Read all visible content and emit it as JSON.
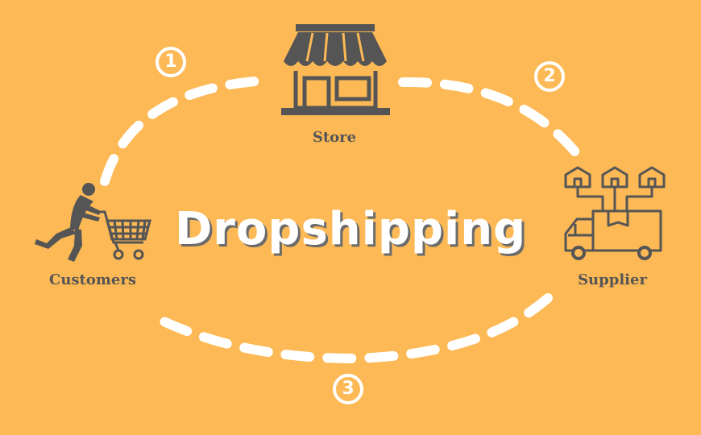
{
  "title": "Dropshipping",
  "nodes": {
    "store": {
      "label": "Store",
      "icon": "storefront-icon"
    },
    "customers": {
      "label": "Customers",
      "icon": "shopper-with-cart-icon"
    },
    "supplier": {
      "label": "Supplier",
      "icon": "delivery-truck-with-warehouses-icon"
    }
  },
  "steps": [
    "1",
    "2",
    "3"
  ],
  "colors": {
    "background": "#FDB955",
    "icon": "#555555",
    "dash": "#FFFFFF",
    "title": "#FFFFFF",
    "title_shadow": "#6B6B6B"
  }
}
